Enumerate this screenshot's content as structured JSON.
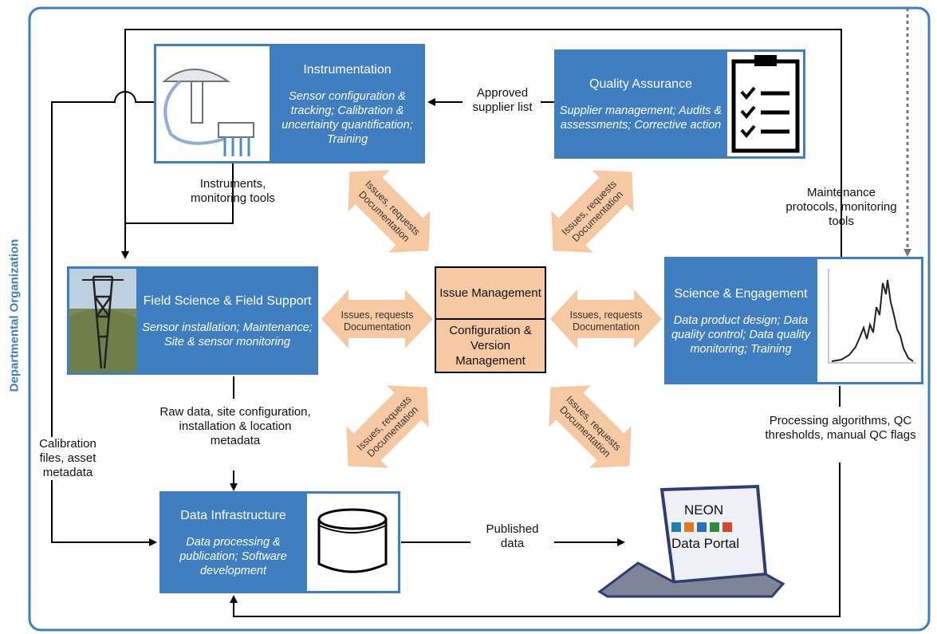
{
  "org_label": "Departmental Organization",
  "boxes": {
    "instrumentation": {
      "title": "Instrumentation",
      "desc": "Sensor configuration & tracking; Calibration & uncertainty quantification; Training"
    },
    "quality": {
      "title": "Quality Assurance",
      "desc": "Supplier management; Audits & assessments; Corrective action"
    },
    "field": {
      "title": "Field Science & Field Support",
      "desc": "Sensor installation; Maintenance; Site & sensor monitoring"
    },
    "science": {
      "title": "Science & Engagement",
      "desc": "Data product design; Data quality control; Data quality monitoring; Training"
    },
    "infra": {
      "title": "Data Infrastructure",
      "desc": "Data processing & publication; Software development"
    }
  },
  "center": {
    "issue": "Issue Management",
    "config": "Configuration & Version Management"
  },
  "flows": {
    "approved": "Approved supplier list",
    "instruments": "Instruments, monitoring tools",
    "maintenance": "Maintenance protocols, monitoring tools",
    "raw": "Raw data, site configuration, installation & location metadata",
    "calibration": "Calibration files, asset metadata",
    "processing": "Processing algorithms, QC thresholds, manual QC flags",
    "published": "Published data"
  },
  "exchange": {
    "line1": "Issues, requests",
    "line2": "Documentation"
  },
  "portal": {
    "brand": "NEON",
    "name": "Data Portal"
  },
  "colors": {
    "box": "#3f7fc1",
    "exchange_arrow": "#f7c9a3",
    "exchange_text": "#333333"
  }
}
